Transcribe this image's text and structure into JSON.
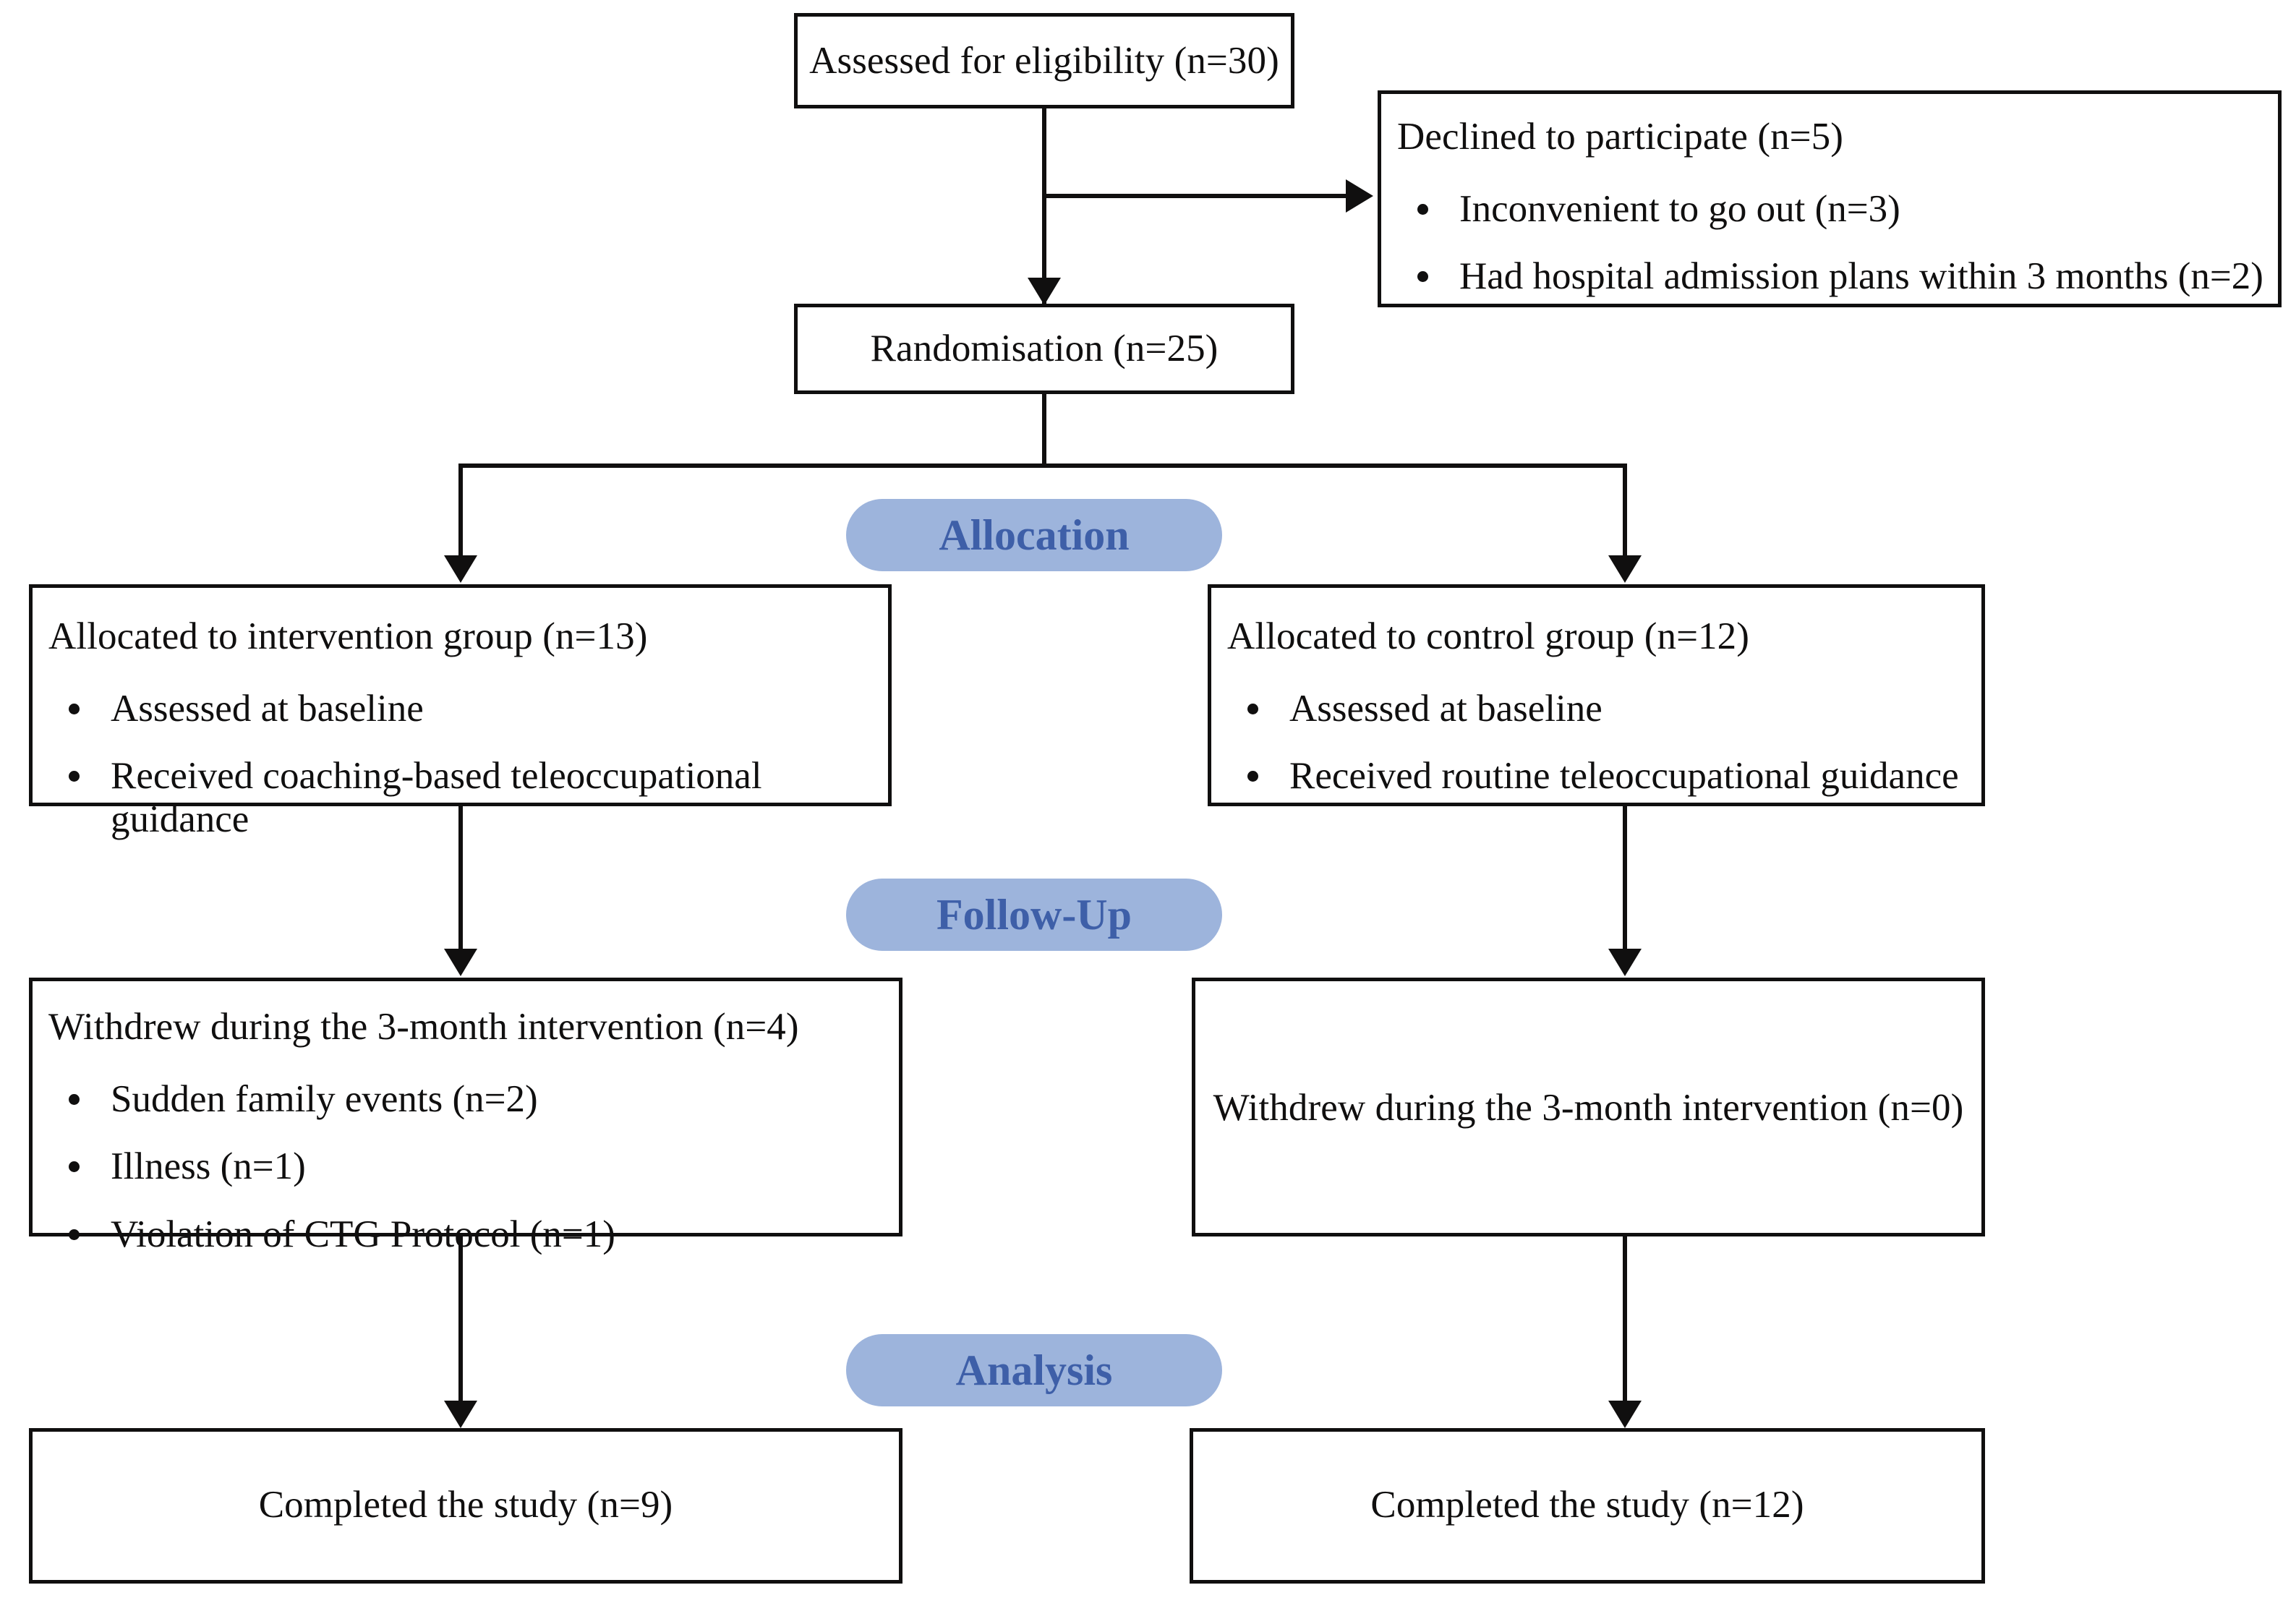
{
  "diagram": {
    "type": "consort-flow-diagram",
    "theme": {
      "pill_bg": "#9db4dc",
      "pill_text": "#3e5fa8",
      "box_border": "#100f0f",
      "box_bg": "#ffffff",
      "canvas_bg": "#ffffff"
    }
  },
  "nodes": {
    "eligibility": {
      "title": "Assessed for eligibility (n=30)"
    },
    "declined": {
      "title": "Declined to participate (n=5)",
      "items": [
        "Inconvenient to go out (n=3)",
        "Had hospital admission plans within 3 months (n=2)"
      ]
    },
    "randomisation": {
      "title": "Randomisation (n=25)"
    },
    "allocation_intervention": {
      "title": "Allocated to intervention group (n=13)",
      "items": [
        "Assessed at baseline",
        "Received coaching-based teleoccupational guidance"
      ]
    },
    "allocation_control": {
      "title": "Allocated to control group (n=12)",
      "items": [
        "Assessed at baseline",
        "Received routine teleoccupational guidance"
      ]
    },
    "followup_intervention": {
      "title": "Withdrew during the 3-month intervention (n=4)",
      "items": [
        "Sudden family events (n=2)",
        "Illness (n=1)",
        "Violation of CTG Protocol (n=1)"
      ]
    },
    "followup_control": {
      "title": "Withdrew during the 3-month intervention (n=0)"
    },
    "analysis_intervention": {
      "title": "Completed the study (n=9)"
    },
    "analysis_control": {
      "title": "Completed the study (n=12)"
    }
  },
  "stages": {
    "allocation": "Allocation",
    "followup": "Follow-Up",
    "analysis": "Analysis"
  }
}
